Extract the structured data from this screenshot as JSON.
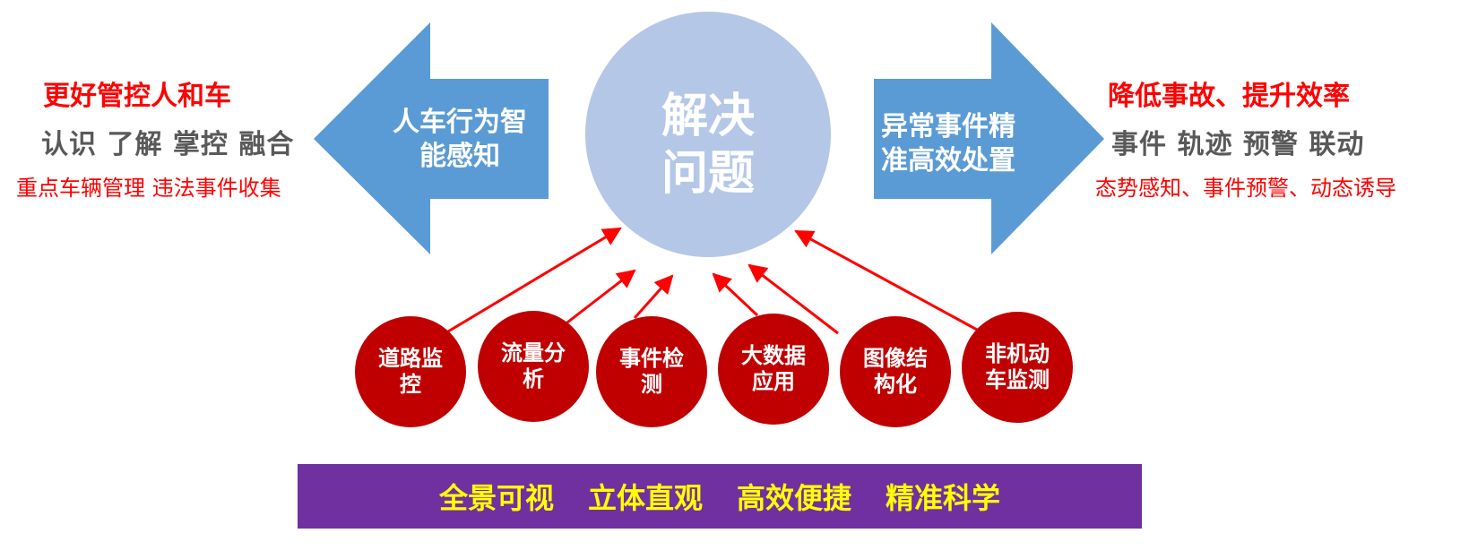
{
  "core": {
    "label": "解决问题",
    "color": "#b4c7e7"
  },
  "left": {
    "arrow_label": "人车行为智能感知",
    "title": "更好管控人和车",
    "subtitle": "认识 了解  掌控 融合",
    "note": "重点车辆管理 违法事件收集"
  },
  "right": {
    "arrow_label": "异常事件精准高效处置",
    "title": "降低事故、提升效率",
    "subtitle": "事件  轨迹  预警  联动",
    "note": "态势感知、事件预警、动态诱导"
  },
  "nodes": [
    {
      "label": "道路监控"
    },
    {
      "label": "流量分析"
    },
    {
      "label": "事件检测"
    },
    {
      "label": "大数据应用"
    },
    {
      "label": "图像结构化"
    },
    {
      "label": "非机动车监测"
    }
  ],
  "banner": {
    "items": [
      "全景可视",
      "立体直观",
      "高效便捷",
      "精准科学"
    ]
  },
  "colors": {
    "arrow": "#5b9bd5",
    "node": "#c00000",
    "connector": "#ff0000",
    "banner_bg": "#7030a0",
    "banner_text": "#ffff00",
    "emphasis_text": "#ff0000",
    "muted_text": "#595959"
  }
}
